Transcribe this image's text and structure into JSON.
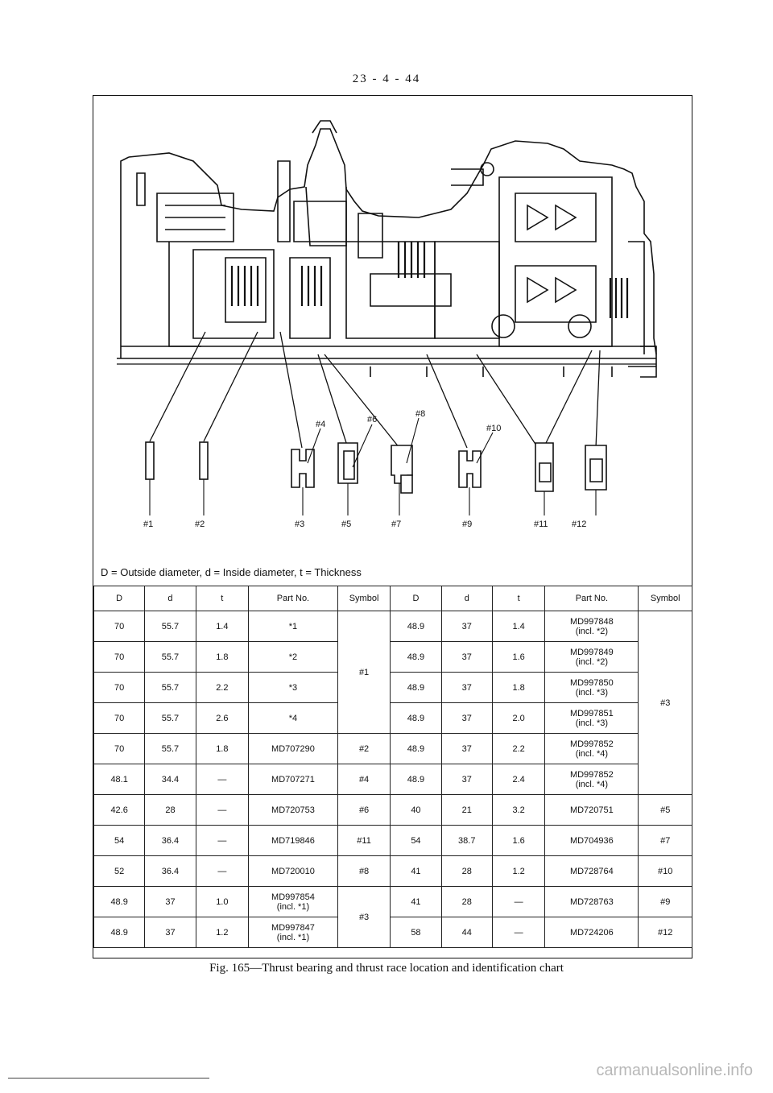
{
  "page_number": "23 - 4 - 44",
  "legend_text": "D = Outside diameter, d = Inside diameter, t = Thickness",
  "callouts": {
    "c1": "#1",
    "c2": "#2",
    "c3": "#3",
    "c4": "#4",
    "c5": "#5",
    "c6": "#6",
    "c7": "#7",
    "c8": "#8",
    "c9": "#9",
    "c10": "#10",
    "c11": "#11",
    "c12": "#12"
  },
  "table": {
    "headers": [
      "D",
      "d",
      "t",
      "Part No.",
      "Symbol",
      "D",
      "d",
      "t",
      "Part No.",
      "Symbol"
    ],
    "left_rows": [
      {
        "D": "70",
        "d": "55.7",
        "t": "1.4",
        "part": "*1"
      },
      {
        "D": "70",
        "d": "55.7",
        "t": "1.8",
        "part": "*2"
      },
      {
        "D": "70",
        "d": "55.7",
        "t": "2.2",
        "part": "*3"
      },
      {
        "D": "70",
        "d": "55.7",
        "t": "2.6",
        "part": "*4"
      },
      {
        "D": "70",
        "d": "55.7",
        "t": "1.8",
        "part": "MD707290",
        "symbol": "#2"
      },
      {
        "D": "48.1",
        "d": "34.4",
        "t": "—",
        "part": "MD707271",
        "symbol": "#4"
      },
      {
        "D": "42.6",
        "d": "28",
        "t": "—",
        "part": "MD720753",
        "symbol": "#6"
      },
      {
        "D": "54",
        "d": "36.4",
        "t": "—",
        "part": "MD719846",
        "symbol": "#11"
      },
      {
        "D": "52",
        "d": "36.4",
        "t": "—",
        "part": "MD720010",
        "symbol": "#8"
      },
      {
        "D": "48.9",
        "d": "37",
        "t": "1.0",
        "part": "MD997854\n(incl. *1)"
      },
      {
        "D": "48.9",
        "d": "37",
        "t": "1.2",
        "part": "MD997847\n(incl. *1)"
      }
    ],
    "left_group_symbol_1": "#1",
    "left_group_symbol_2": "#3",
    "right_rows": [
      {
        "D": "48.9",
        "d": "37",
        "t": "1.4",
        "part": "MD997848\n(incl. *2)"
      },
      {
        "D": "48.9",
        "d": "37",
        "t": "1.6",
        "part": "MD997849\n(incl. *2)"
      },
      {
        "D": "48.9",
        "d": "37",
        "t": "1.8",
        "part": "MD997850\n(incl. *3)"
      },
      {
        "D": "48.9",
        "d": "37",
        "t": "2.0",
        "part": "MD997851\n(incl. *3)"
      },
      {
        "D": "48.9",
        "d": "37",
        "t": "2.2",
        "part": "MD997852\n(incl. *4)"
      },
      {
        "D": "48.9",
        "d": "37",
        "t": "2.4",
        "part": "MD997852\n(incl. *4)"
      },
      {
        "D": "40",
        "d": "21",
        "t": "3.2",
        "part": "MD720751",
        "symbol": "#5"
      },
      {
        "D": "54",
        "d": "38.7",
        "t": "1.6",
        "part": "MD704936",
        "symbol": "#7"
      },
      {
        "D": "41",
        "d": "28",
        "t": "1.2",
        "part": "MD728764",
        "symbol": "#10"
      },
      {
        "D": "41",
        "d": "28",
        "t": "—",
        "part": "MD728763",
        "symbol": "#9"
      },
      {
        "D": "58",
        "d": "44",
        "t": "—",
        "part": "MD724206",
        "symbol": "#12"
      }
    ],
    "right_group_symbol": "#3"
  },
  "caption": "Fig. 165—Thrust bearing and thrust race location and identification chart",
  "watermark": "carmanualsonline.info"
}
